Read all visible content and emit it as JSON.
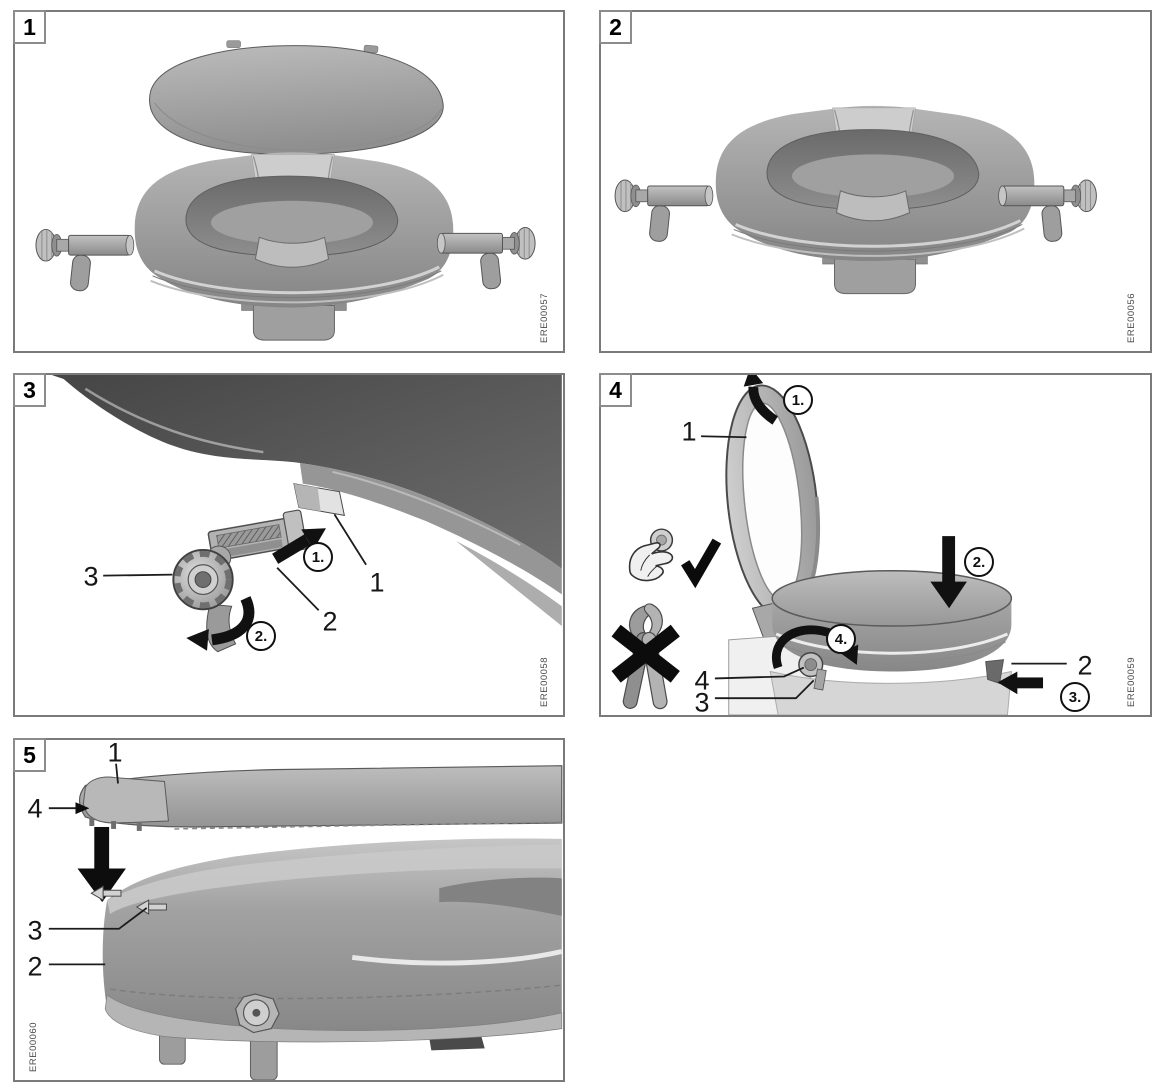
{
  "page": {
    "background": "#ffffff",
    "panel_border_color": "#7a7a7a",
    "art_colors": {
      "line": "#111111",
      "metal_light": "#c9c9c9",
      "metal_mid": "#9b9b9b",
      "metal_dark": "#6e6e6e",
      "underside_dark": "#474747"
    }
  },
  "panels": [
    {
      "number": "1",
      "code": "ERE00057",
      "parts": [],
      "steps": []
    },
    {
      "number": "2",
      "code": "ERE00056",
      "parts": [],
      "steps": []
    },
    {
      "number": "3",
      "code": "ERE00058",
      "parts": [
        "1",
        "2",
        "3"
      ],
      "steps": [
        "1.",
        "2."
      ]
    },
    {
      "number": "4",
      "code": "ERE00059",
      "parts": [
        "1",
        "2",
        "3",
        "4"
      ],
      "steps": [
        "1.",
        "2.",
        "3.",
        "4."
      ]
    },
    {
      "number": "5",
      "code": "ERE00060",
      "parts": [
        "1",
        "2",
        "3",
        "4"
      ],
      "steps": []
    }
  ]
}
